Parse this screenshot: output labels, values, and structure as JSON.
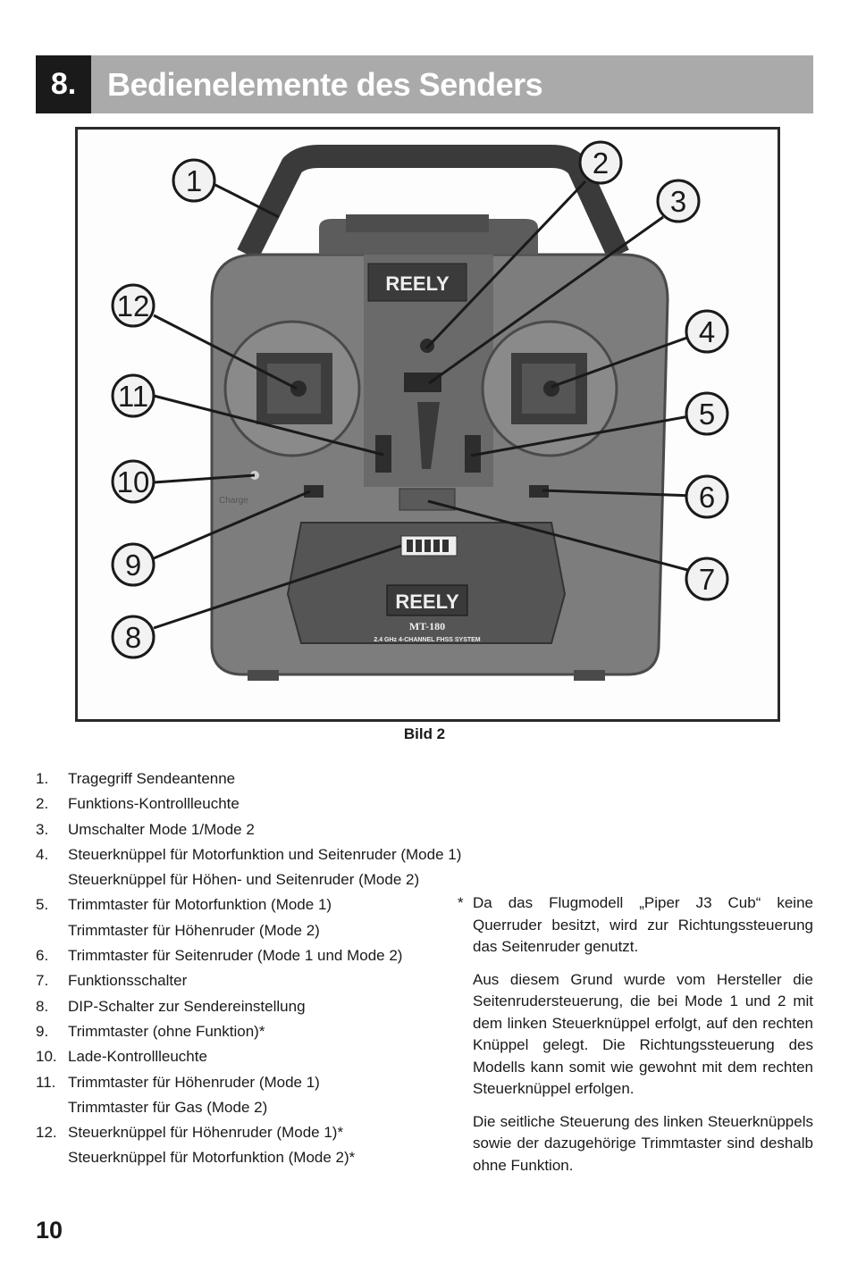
{
  "header": {
    "number": "8.",
    "title": "Bedienelemente des Senders"
  },
  "figure": {
    "brand_top": "REELY",
    "brand_bottom": "REELY",
    "model": "MT-180",
    "system": "2.4 GHz 4-CHANNEL FHSS SYSTEM",
    "charge_label": "Charge",
    "callouts": [
      "1",
      "2",
      "3",
      "4",
      "5",
      "6",
      "7",
      "8",
      "9",
      "10",
      "11",
      "12"
    ]
  },
  "caption": "Bild 2",
  "items": [
    {
      "n": "1.",
      "t": "Tragegriff Sendeantenne"
    },
    {
      "n": "2.",
      "t": "Funktions-Kontrollleuchte"
    },
    {
      "n": "3.",
      "t": "Umschalter Mode 1/Mode 2"
    },
    {
      "n": "4.",
      "t": "Steuerknüppel für Motorfunktion und Seitenruder (Mode 1)"
    },
    {
      "n": "",
      "t": "Steuerknüppel für Höhen- und Seitenruder (Mode 2)"
    },
    {
      "n": "5.",
      "t": "Trimmtaster für Motorfunktion (Mode 1)"
    },
    {
      "n": "",
      "t": "Trimmtaster für Höhenruder (Mode 2)"
    },
    {
      "n": "6.",
      "t": "Trimmtaster für Seitenruder (Mode 1 und Mode 2)"
    },
    {
      "n": "7.",
      "t": "Funktionsschalter"
    },
    {
      "n": "8.",
      "t": "DIP-Schalter zur Sendereinstellung"
    },
    {
      "n": "9.",
      "t": "Trimmtaster (ohne Funktion)*"
    },
    {
      "n": "10.",
      "t": "Lade-Kontrollleuchte"
    },
    {
      "n": "11.",
      "t": "Trimmtaster für Höhenruder (Mode 1)"
    },
    {
      "n": "",
      "t": "Trimmtaster für Gas (Mode 2)"
    },
    {
      "n": "12.",
      "t": "Steuerknüppel für Höhenruder (Mode 1)*"
    },
    {
      "n": "",
      "t": "Steuerknüppel für Motorfunktion (Mode 2)*"
    }
  ],
  "note": {
    "star": "*",
    "p1": "Da das Flugmodell „Piper J3 Cub“ keine Querruder besitzt, wird zur Richtungssteuerung das Seitenruder genutzt.",
    "p2": "Aus diesem Grund wurde vom Hersteller die Seitenrudersteuerung, die bei Mode 1 und 2 mit dem linken Steuerknüppel erfolgt, auf den rechten Knüppel gelegt. Die Richtungssteuerung des Modells kann somit wie gewohnt mit dem rechten Steuerknüppel erfolgen.",
    "p3": "Die seitliche Steuerung des linken Steuerknüppels sowie der dazugehörige Trimmtaster sind deshalb ohne Funktion."
  },
  "page_number": "10"
}
